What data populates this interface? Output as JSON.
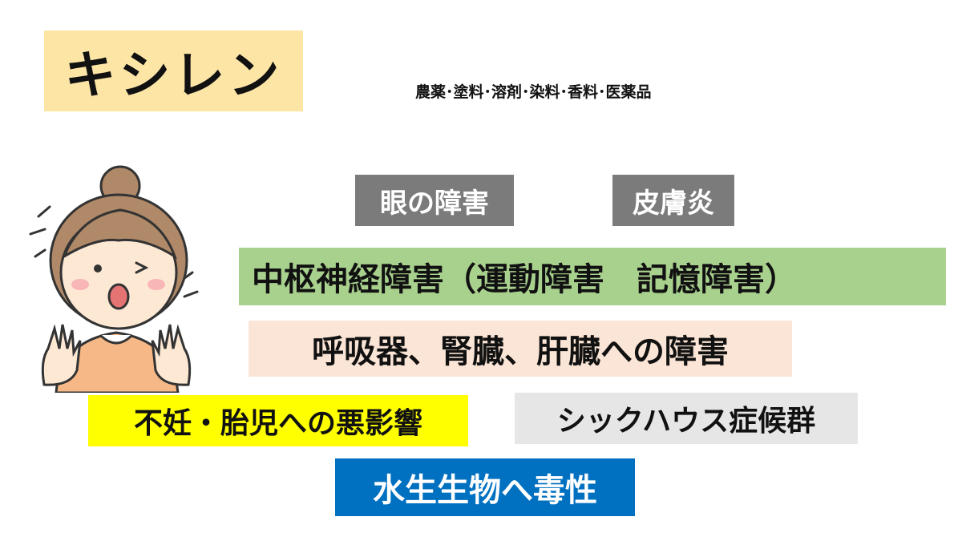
{
  "title": "キシレン",
  "uses": "農薬･塗料･溶剤･染料･香料･医薬品",
  "effects": {
    "eye": "眼の障害",
    "skin": "皮膚炎",
    "cns": "中枢神経障害（運動障害　記憶障害）",
    "organ": "呼吸器、腎臓、肝臓への障害",
    "fertility": "不妊・胎児への悪影響",
    "sick_house": "シックハウス症候群",
    "aquatic": "水生生物へ毒性"
  },
  "colors": {
    "title_bg": "#fde5a6",
    "gray_tag": "#7b7b7b",
    "green_tag": "#a9d18e",
    "peach_tag": "#fbe5d6",
    "yellow_tag": "#ffff00",
    "light_gray_tag": "#e7e6e6",
    "blue_tag": "#0070c0"
  },
  "illustration": "surprised-woman-icon"
}
